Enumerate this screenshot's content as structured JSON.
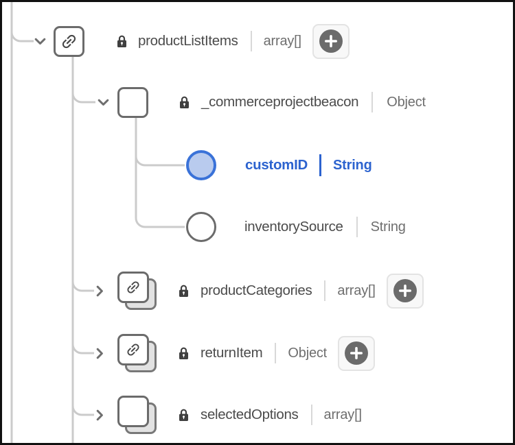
{
  "colors": {
    "selected_blue": "#2c63cf",
    "selected_circle_border": "#3a72d8",
    "selected_circle_fill": "#b9cbee",
    "name_text": "#4b4b4b",
    "type_text": "#6e6e6e",
    "icon_border": "#6b6b6b",
    "tree_line": "#cbcbcb",
    "frame_border": "#111111"
  },
  "schema_tree": {
    "nodes": [
      {
        "name": "productListItems",
        "type": "array[]",
        "state": "expanded",
        "locked": true,
        "selected": false,
        "icon": "link-object-icon",
        "has_add_button": true
      },
      {
        "name": "_commerceprojectbeacon",
        "type": "Object",
        "state": "expanded",
        "locked": true,
        "selected": false,
        "icon": "object-icon",
        "has_add_button": false
      },
      {
        "name": "customID",
        "type": "String",
        "state": "leaf",
        "locked": false,
        "selected": true,
        "icon": "field-circle-icon",
        "has_add_button": false
      },
      {
        "name": "inventorySource",
        "type": "String",
        "state": "leaf",
        "locked": false,
        "selected": false,
        "icon": "field-circle-icon",
        "has_add_button": false
      },
      {
        "name": "productCategories",
        "type": "array[]",
        "state": "collapsed",
        "locked": true,
        "selected": false,
        "icon": "link-array-icon",
        "has_add_button": true
      },
      {
        "name": "returnItem",
        "type": "Object",
        "state": "collapsed",
        "locked": true,
        "selected": false,
        "icon": "link-array-icon",
        "has_add_button": true
      },
      {
        "name": "selectedOptions",
        "type": "array[]",
        "state": "collapsed",
        "locked": true,
        "selected": false,
        "icon": "array-icon",
        "has_add_button": false
      }
    ]
  }
}
